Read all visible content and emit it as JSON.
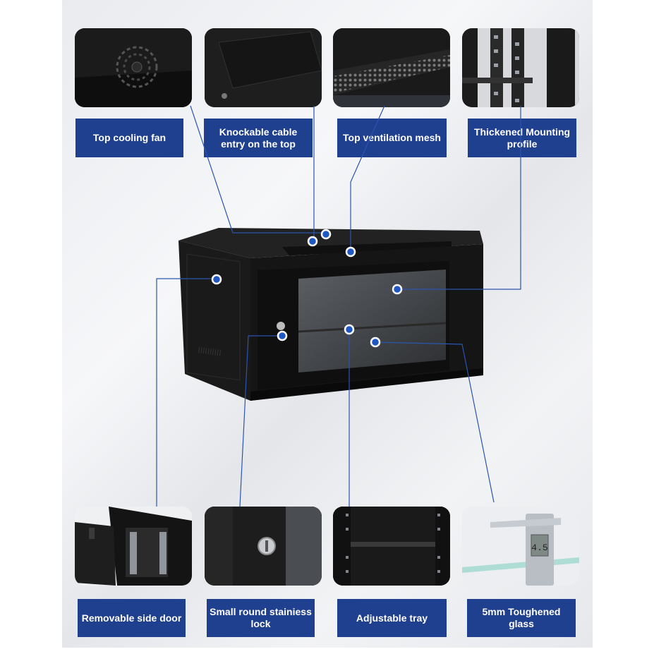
{
  "callouts_top": [
    {
      "id": "top-cooling-fan",
      "label": "Top cooling fan"
    },
    {
      "id": "knockable-cable-entry",
      "label": "Knockable cable entry on the top"
    },
    {
      "id": "top-ventilation-mesh",
      "label": "Top ventilation mesh"
    },
    {
      "id": "thickened-mounting-profile",
      "label": "Thickened Mounting profile"
    }
  ],
  "callouts_bottom": [
    {
      "id": "removable-side-door",
      "label": "Removable side door"
    },
    {
      "id": "small-round-stainless-lock",
      "label": "Small round stainiess lock"
    },
    {
      "id": "adjustable-tray",
      "label": "Adjustable tray"
    },
    {
      "id": "toughened-glass",
      "label": "5mm Toughened  glass"
    }
  ],
  "cabinet_marking": "IIIIIIIIII",
  "caliper_reading": "4.5",
  "colors": {
    "label_bg": "#1f3f8f",
    "marker": "#1f57c3",
    "cabinet": "#151515"
  }
}
